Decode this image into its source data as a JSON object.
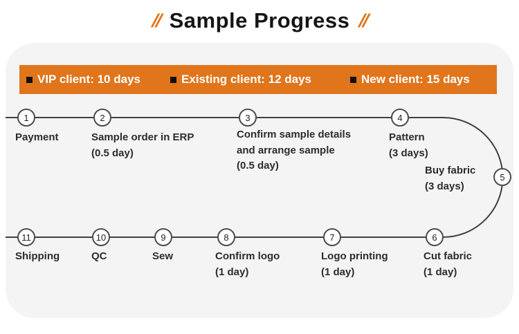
{
  "title": {
    "text": "Sample Progress",
    "quote_left": "//",
    "quote_right": "//"
  },
  "banner": {
    "items": [
      "VIP client: 10 days",
      "Existing client: 12 days",
      "New client: 15 days"
    ]
  },
  "steps": [
    {
      "num": "1",
      "label": "Payment"
    },
    {
      "num": "2",
      "label": "Sample order in ERP\n(0.5 day)"
    },
    {
      "num": "3",
      "label": "Confirm sample details\nand arrange sample\n(0.5 day)"
    },
    {
      "num": "4",
      "label": "Pattern\n(3 days)"
    },
    {
      "num": "5",
      "label": "Buy fabric\n(3 days)"
    },
    {
      "num": "6",
      "label": "Cut fabric\n(1 day)"
    },
    {
      "num": "7",
      "label": "Logo printing\n(1 day)"
    },
    {
      "num": "8",
      "label": "Confirm logo\n(1 day)"
    },
    {
      "num": "9",
      "label": "Sew"
    },
    {
      "num": "10",
      "label": "QC"
    },
    {
      "num": "11",
      "label": "Shipping"
    }
  ],
  "colors": {
    "accent_orange": "#E0751C",
    "panel_gray": "#f4f4f4",
    "line_dark": "#3f3f3f"
  }
}
